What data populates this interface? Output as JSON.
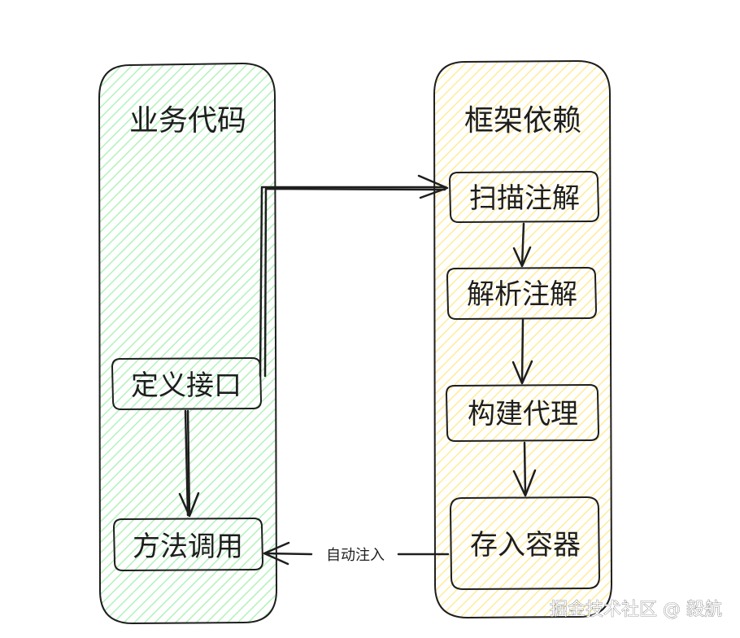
{
  "colors": {
    "left_panel": "#b2f2bb",
    "right_panel": "#ffec99",
    "left_node_fill": "#b2f2bb",
    "right_node_fill": "#ffec99",
    "stroke": "#1e1e1e"
  },
  "left_panel": {
    "title": "业务代码",
    "nodes": {
      "define_interface": "定义接口",
      "method_call": "方法调用"
    }
  },
  "right_panel": {
    "title": "框架依赖",
    "nodes": {
      "scan_annotations": "扫描注解",
      "parse_annotations": "解析注解",
      "build_proxy": "构建代理",
      "store_container": "存入容器"
    }
  },
  "edges": {
    "auto_inject_label": "自动注入"
  },
  "watermark": "掘金技术社区 @ 毅航"
}
